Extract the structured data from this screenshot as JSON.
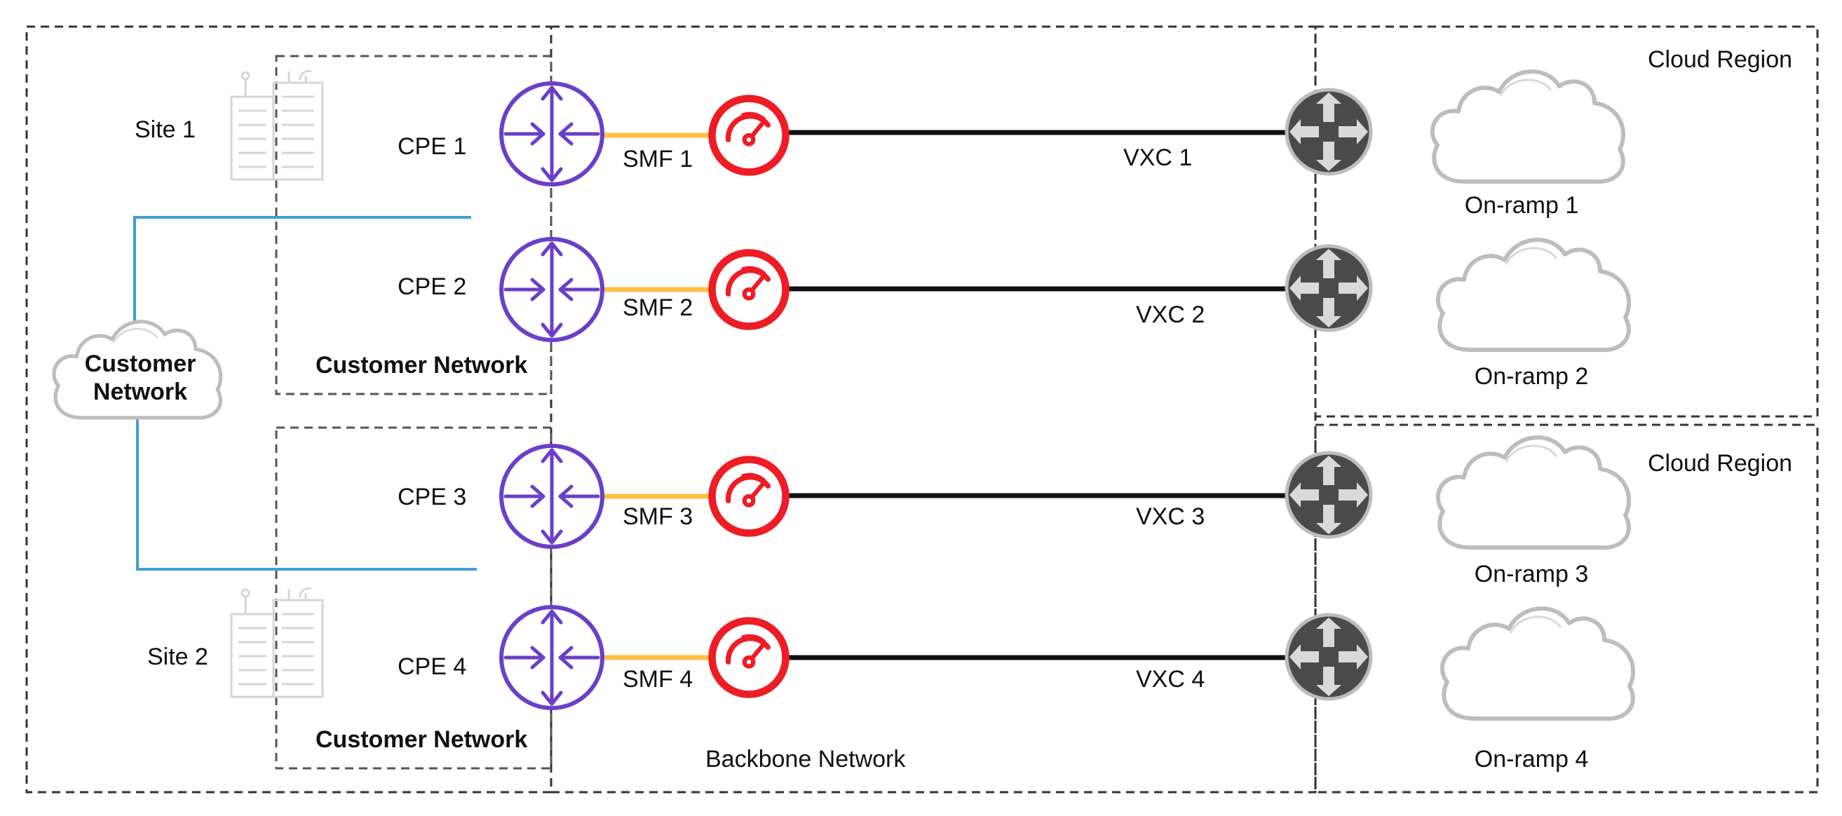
{
  "colors": {
    "router": "#6a3fc9",
    "megaport": "#ee1c24",
    "smf_line": "#ffbf3f",
    "vxc_line": "#111111",
    "customer_link": "#3ba0d8",
    "cloud_gray": "#bdbdbd",
    "onramp_router": "#4a4a4a"
  },
  "sites": [
    {
      "label": "Site 1"
    },
    {
      "label": "Site 2"
    }
  ],
  "customer_cloud": {
    "line1": "Customer",
    "line2": "Network"
  },
  "customer_network_boxes": [
    {
      "label": "Customer Network"
    },
    {
      "label": "Customer Network"
    }
  ],
  "cpe": [
    {
      "label": "CPE 1",
      "icon": "router-icon"
    },
    {
      "label": "CPE 2",
      "icon": "router-icon"
    },
    {
      "label": "CPE 3",
      "icon": "router-icon"
    },
    {
      "label": "CPE 4",
      "icon": "router-icon"
    }
  ],
  "smf": [
    {
      "label": "SMF 1",
      "icon": "megaport-icon"
    },
    {
      "label": "SMF 2",
      "icon": "megaport-icon"
    },
    {
      "label": "SMF 3",
      "icon": "megaport-icon"
    },
    {
      "label": "SMF 4",
      "icon": "megaport-icon"
    }
  ],
  "vxc": [
    {
      "label": "VXC 1"
    },
    {
      "label": "VXC 2"
    },
    {
      "label": "VXC 3"
    },
    {
      "label": "VXC 4"
    }
  ],
  "onramps": [
    {
      "label": "On-ramp 1",
      "icon": "cloud-icon"
    },
    {
      "label": "On-ramp 2",
      "icon": "cloud-icon"
    },
    {
      "label": "On-ramp 3",
      "icon": "cloud-icon"
    },
    {
      "label": "On-ramp 4",
      "icon": "cloud-icon"
    }
  ],
  "cloud_regions": [
    {
      "label": "Cloud Region"
    },
    {
      "label": "Cloud Region"
    }
  ],
  "backbone": {
    "label": "Backbone Network"
  }
}
